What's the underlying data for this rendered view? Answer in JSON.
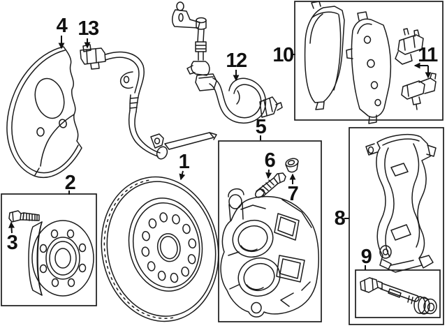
{
  "diagram": {
    "colors": {
      "background": "#ffffff",
      "line": "#1a1a1a",
      "label": "#111111"
    },
    "callouts": {
      "c1": {
        "label": "1",
        "target": "brake-rotor"
      },
      "c2": {
        "label": "2",
        "target": "hub-bearing-assembly"
      },
      "c3": {
        "label": "3",
        "target": "hub-bolt"
      },
      "c4": {
        "label": "4",
        "target": "splash-shield"
      },
      "c5": {
        "label": "5",
        "target": "brake-caliper"
      },
      "c6": {
        "label": "6",
        "target": "bleeder-screw"
      },
      "c7": {
        "label": "7",
        "target": "bleeder-cap"
      },
      "c8": {
        "label": "8",
        "target": "caliper-mounting-bracket"
      },
      "c9": {
        "label": "9",
        "target": "caliper-guide-pin-kit"
      },
      "c10": {
        "label": "10",
        "target": "brake-pad-set"
      },
      "c11": {
        "label": "11",
        "target": "pad-retainer-clips"
      },
      "c12": {
        "label": "12",
        "target": "abs-wire-harness"
      },
      "c13": {
        "label": "13",
        "target": "abs-wheel-speed-sensor"
      }
    }
  }
}
